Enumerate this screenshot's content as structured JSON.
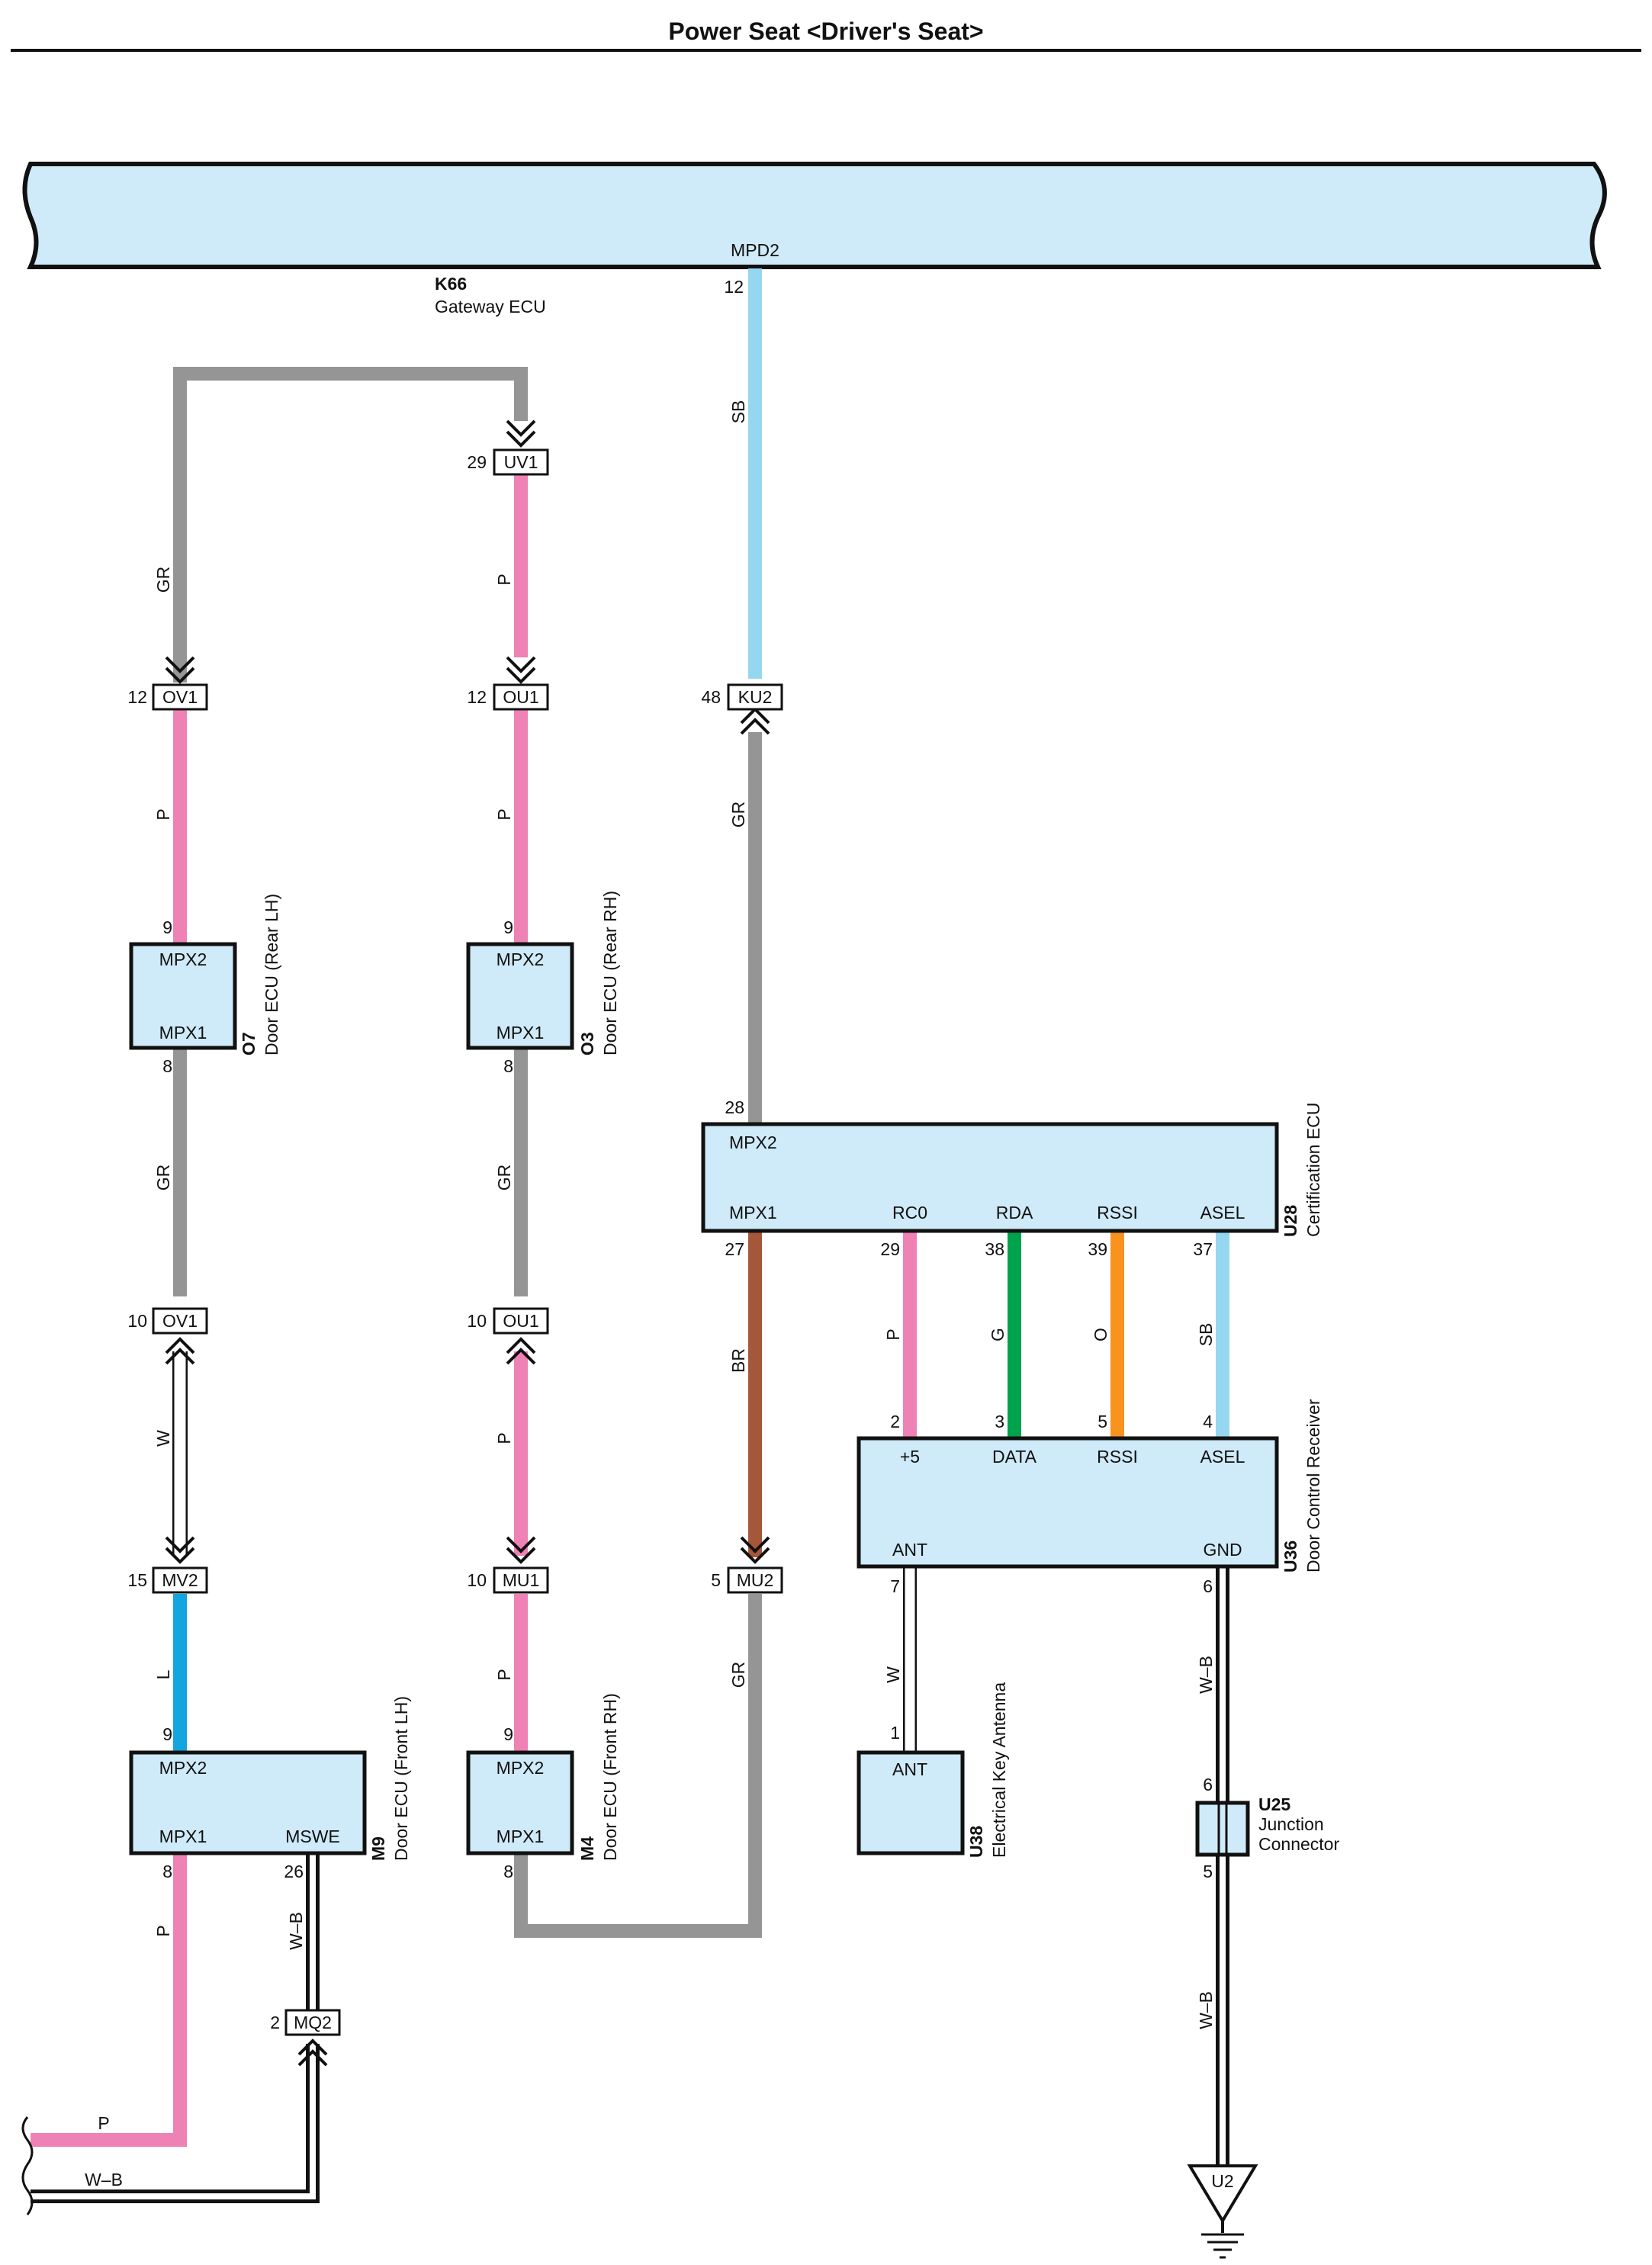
{
  "title": "Power Seat <Driver's Seat>",
  "colors": {
    "P": "#ee82b4",
    "GR": "#959595",
    "SB": "#95d7f0",
    "L": "#13a5df",
    "BR": "#a5573a",
    "G": "#00a24c",
    "O": "#f7931e",
    "box": "#cfeaf8"
  },
  "components": {
    "K66": {
      "code": "K66",
      "name": "Gateway ECU",
      "pin": "MPD2",
      "pin_no": "12"
    },
    "O7": {
      "code": "O7",
      "name": "Door ECU (Rear LH)",
      "pins": [
        "MPX2",
        "MPX1"
      ],
      "pin_nos": [
        "9",
        "8"
      ]
    },
    "O3": {
      "code": "O3",
      "name": "Door ECU (Rear RH)",
      "pins": [
        "MPX2",
        "MPX1"
      ],
      "pin_nos": [
        "9",
        "8"
      ]
    },
    "U28": {
      "code": "U28",
      "name": "Certification ECU",
      "pins": [
        "MPX2",
        "MPX1",
        "RC0",
        "RDA",
        "RSSI",
        "ASEL"
      ],
      "pin_nos": [
        "28",
        "27",
        "29",
        "38",
        "39",
        "37"
      ]
    },
    "U36": {
      "code": "U36",
      "name": "Door Control Receiver",
      "pins": [
        "+5",
        "DATA",
        "RSSI",
        "ASEL",
        "ANT",
        "GND"
      ],
      "pin_nos": [
        "2",
        "3",
        "5",
        "4",
        "7",
        "6"
      ]
    },
    "U38": {
      "code": "U38",
      "name": "Electrical Key Antenna",
      "pin": "ANT",
      "pin_no": "1"
    },
    "M9": {
      "code": "M9",
      "name": "Door ECU (Front LH)",
      "pins": [
        "MPX2",
        "MPX1",
        "MSWE"
      ],
      "pin_nos": [
        "9",
        "8",
        "26"
      ]
    },
    "M4": {
      "code": "M4",
      "name": "Door ECU (Front RH)",
      "pins": [
        "MPX2",
        "MPX1"
      ],
      "pin_nos": [
        "9",
        "8"
      ]
    },
    "U25": {
      "code": "U25",
      "name_lines": [
        "Junction",
        "Connector"
      ],
      "pin_nos": [
        "6",
        "5"
      ]
    },
    "U2": {
      "code": "U2"
    }
  },
  "connectors": {
    "UV1": {
      "id": "UV1",
      "pin": "29"
    },
    "OV1a": {
      "id": "OV1",
      "pin": "12"
    },
    "OU1a": {
      "id": "OU1",
      "pin": "12"
    },
    "KU2": {
      "id": "KU2",
      "pin": "48"
    },
    "OV1b": {
      "id": "OV1",
      "pin": "10"
    },
    "OU1b": {
      "id": "OU1",
      "pin": "10"
    },
    "MV2": {
      "id": "MV2",
      "pin": "15"
    },
    "MU1": {
      "id": "MU1",
      "pin": "10"
    },
    "MU2": {
      "id": "MU2",
      "pin": "5"
    },
    "MQ2": {
      "id": "MQ2",
      "pin": "2"
    }
  },
  "wires": {
    "k66_ku2": "SB",
    "ou1_ov1_top": "GR",
    "uv1_ou1": "P",
    "ov1_o7": "P",
    "ou1_o3": "P",
    "ku2_u28": "GR",
    "o7_ov1": "GR",
    "o3_ou1": "GR",
    "ov1_mv2": "W",
    "ou1_mu1": "P",
    "mv2_m9": "L",
    "mu1_m4": "P",
    "u28_mu2": "BR",
    "mu2_m4": "GR",
    "rc0": "P",
    "rda": "G",
    "rssi": "O",
    "asel": "SB",
    "ant": "W",
    "gnd": "W–B",
    "u25_u2": "W–B",
    "m9_mpx1": "P",
    "m9_mswe": "W–B",
    "exit_p": "P",
    "exit_wb": "W–B"
  }
}
